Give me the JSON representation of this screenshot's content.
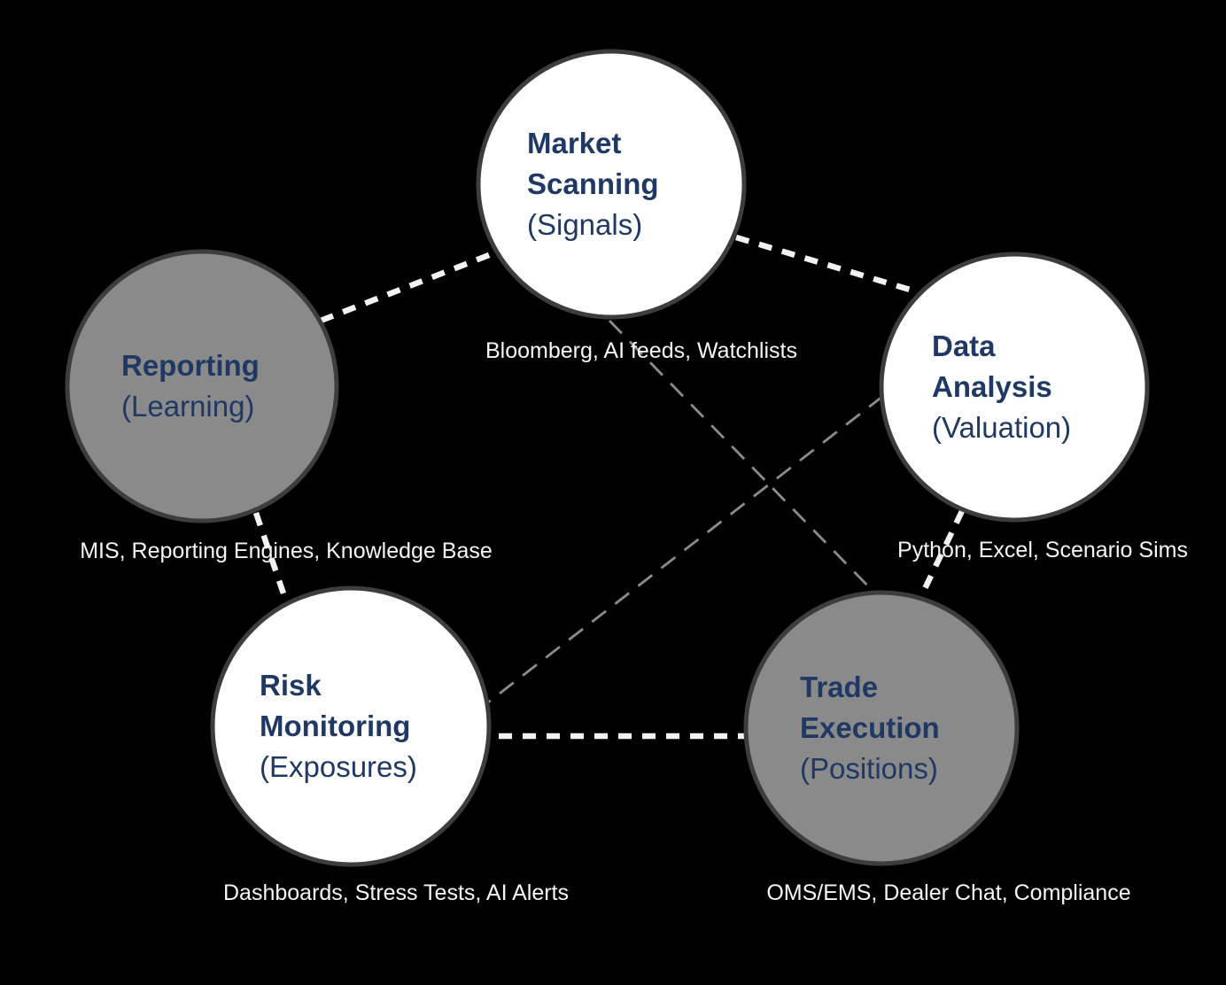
{
  "diagram": {
    "background": "#000000",
    "colors": {
      "node_fill_light": "#ffffff",
      "node_fill_gray": "#8a8a8a",
      "node_border": "#3d3d3d",
      "node_title_text": "#1f3864",
      "caption_text": "#f5f5f5",
      "link_strong": "#f2f2f2",
      "link_weak": "#8c8c8c"
    }
  },
  "nodes": {
    "market_scanning": {
      "title1": "Market",
      "title2": "Scanning",
      "subtitle": "(Signals)",
      "caption": "Bloomberg, AI feeds, Watchlists",
      "variant": "light"
    },
    "data_analysis": {
      "title1": "Data",
      "title2": "Analysis",
      "subtitle": "(Valuation)",
      "caption": "Python, Excel, Scenario Sims",
      "variant": "light"
    },
    "trade_execution": {
      "title1": "Trade",
      "title2": "Execution",
      "subtitle": "(Positions)",
      "caption": "OMS/EMS, Dealer Chat, Compliance",
      "variant": "gray"
    },
    "risk_monitoring": {
      "title1": "Risk",
      "title2": "Monitoring",
      "subtitle": "(Exposures)",
      "caption": "Dashboards, Stress Tests, AI Alerts",
      "variant": "light"
    },
    "reporting": {
      "title1": "Reporting",
      "subtitle": "(Learning)",
      "caption": "MIS, Reporting Engines, Knowledge Base",
      "variant": "gray"
    }
  },
  "links": [
    {
      "from": "reporting",
      "to": "market_scanning",
      "style": "strong-dashed"
    },
    {
      "from": "market_scanning",
      "to": "data_analysis",
      "style": "strong-dashed"
    },
    {
      "from": "data_analysis",
      "to": "trade_execution",
      "style": "strong-dashed"
    },
    {
      "from": "trade_execution",
      "to": "risk_monitoring",
      "style": "strong-dashed"
    },
    {
      "from": "risk_monitoring",
      "to": "reporting",
      "style": "strong-dashed"
    },
    {
      "from": "market_scanning",
      "to": "trade_execution",
      "style": "weak-dashed"
    },
    {
      "from": "data_analysis",
      "to": "risk_monitoring",
      "style": "weak-dashed"
    }
  ]
}
